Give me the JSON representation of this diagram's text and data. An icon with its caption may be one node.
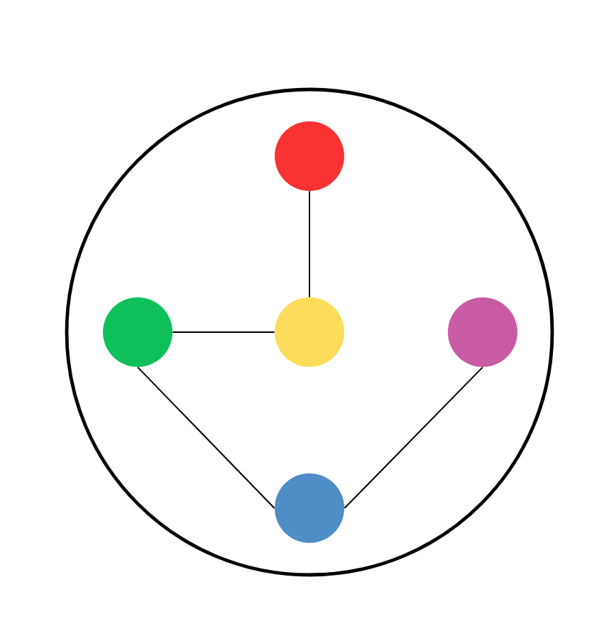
{
  "diagram": {
    "nodes": [
      {
        "text": [],
        "shape": "circle"
      },
      {
        "text": [],
        "shape": "circle",
        "in": 0
      },
      {
        "text": [],
        "shape": "circle",
        "in": 0
      },
      {
        "text": [],
        "shape": "circle",
        "in": 0
      },
      {
        "text": [],
        "shape": "circle",
        "in": 0
      },
      {
        "text": [],
        "shape": "circle",
        "in": 0
      }
    ],
    "edges": [
      {
        "from": 1,
        "to": 3,
        "arrow": "none"
      },
      {
        "from": 2,
        "to": 3,
        "arrow": "none"
      },
      {
        "from": 2,
        "to": 5,
        "arrow": "none"
      },
      {
        "from": 4,
        "to": 5,
        "arrow": "none"
      }
    ]
  }
}
